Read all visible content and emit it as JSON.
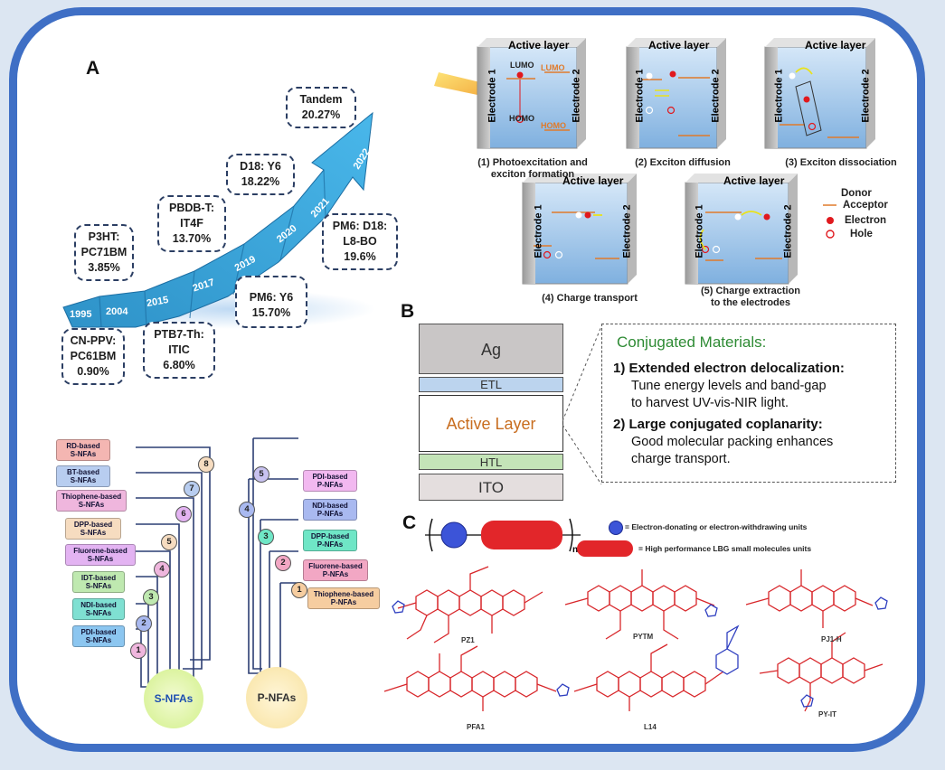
{
  "panels": {
    "a": "A",
    "b": "B",
    "c": "C"
  },
  "timeline": {
    "years": [
      "1995",
      "2004",
      "2015",
      "2017",
      "2019",
      "2020",
      "2021",
      "2022"
    ],
    "milestones": [
      {
        "lines": [
          "Tandem",
          "20.27%"
        ]
      },
      {
        "lines": [
          "D18: Y6",
          "18.22%"
        ]
      },
      {
        "lines": [
          "PBDB-T:",
          "IT4F",
          "13.70%"
        ]
      },
      {
        "lines": [
          "P3HT:",
          "PC71BM",
          "3.85%"
        ]
      },
      {
        "lines": [
          "PM6: D18:",
          "L8-BO",
          "19.6%"
        ]
      },
      {
        "lines": [
          "PM6: Y6",
          "15.70%"
        ]
      },
      {
        "lines": [
          "PTB7-Th:",
          "ITIC",
          "6.80%"
        ]
      },
      {
        "lines": [
          "CN-PPV:",
          "PC61BM",
          "0.90%"
        ]
      }
    ]
  },
  "device": {
    "active_layer": "Active layer",
    "electrode1": "Electrode 1",
    "electrode2": "Electrode 2",
    "lumo": "LUMO",
    "homo": "HOMO",
    "steps": [
      "(1) Photoexcitation and",
      "exciton formation",
      "(2) Exciton diffusion",
      "(3) Exciton dissociation",
      "(4) Charge transport",
      "(5) Charge extraction",
      "to the electrodes"
    ],
    "legend": {
      "donor": "Donor",
      "acceptor": "Acceptor",
      "electron": "Electron",
      "hole": "Hole"
    },
    "colors": {
      "cube_front": "#a8c8ea",
      "electron": "#e0191e",
      "level": "#e07a2a"
    }
  },
  "stack": {
    "layers": [
      "Ag",
      "ETL",
      "Active Layer",
      "HTL",
      "ITO"
    ],
    "colors": {
      "ag": "#c9c6c6",
      "etl": "#bcd4ee",
      "active": "#ffffff",
      "htl": "#c4e4b8",
      "ito": "#e4dede",
      "active_text": "#c86d1f"
    }
  },
  "conjugated": {
    "title": "Conjugated Materials:",
    "item1_bold": "1) Extended electron delocalization:",
    "item1_text1": "Tune energy levels and band-gap",
    "item1_text2": "to harvest UV-vis-NIR light.",
    "item2_bold": "2) Large conjugated coplanarity:",
    "item2_text1": "Good molecular packing enhances",
    "item2_text2": "charge transport.",
    "title_color": "#2e8b34"
  },
  "nfa": {
    "s_root": "S-NFAs",
    "p_root": "P-NFAs",
    "s_items": [
      {
        "l1": "RD-based",
        "l2": "S-NFAs",
        "n": "8",
        "color": "#f4b6b2"
      },
      {
        "l1": "BT-based",
        "l2": "S-NFAs",
        "n": "7",
        "color": "#b8cdf0"
      },
      {
        "l1": "Thiophene-based",
        "l2": "S-NFAs",
        "n": "6",
        "color": "#efb6dd"
      },
      {
        "l1": "DPP-based",
        "l2": "S-NFAs",
        "n": "5",
        "color": "#f6dcc0"
      },
      {
        "l1": "Fluorene-based",
        "l2": "S-NFAs",
        "n": "4",
        "color": "#e3b3f2"
      },
      {
        "l1": "IDT-based",
        "l2": "S-NFAs",
        "n": "3",
        "color": "#bfe9b0"
      },
      {
        "l1": "NDI-based",
        "l2": "S-NFAs",
        "n": "2",
        "color": "#7fe0d2"
      },
      {
        "l1": "PDI-based",
        "l2": "S-NFAs",
        "n": "1",
        "color": "#8cc6f0"
      }
    ],
    "p_items": [
      {
        "l1": "PDI-based",
        "l2": "P-NFAs",
        "n": "5",
        "color": "#f2b8f0"
      },
      {
        "l1": "NDI-based",
        "l2": "P-NFAs",
        "n": "4",
        "color": "#a9b9f0"
      },
      {
        "l1": "DPP-based",
        "l2": "P-NFAs",
        "n": "3",
        "color": "#6fe6c6"
      },
      {
        "l1": "Fluorene-based",
        "l2": "P-NFAs",
        "n": "2",
        "color": "#f2a7c4"
      },
      {
        "l1": "Thiophene-based",
        "l2": "P-NFAs",
        "n": "1",
        "color": "#f6cda0"
      }
    ]
  },
  "polymer": {
    "subscript": "n",
    "legend1": "= Electron-donating or electron-withdrawing units",
    "legend2": "= High performance LBG small molecules  units",
    "names": [
      "PZ1",
      "PYTM",
      "PJ1-H",
      "PFA1",
      "L14",
      "PY-IT"
    ],
    "colors": {
      "structure": "#d8262a",
      "unit": "#2f3fc0"
    }
  }
}
